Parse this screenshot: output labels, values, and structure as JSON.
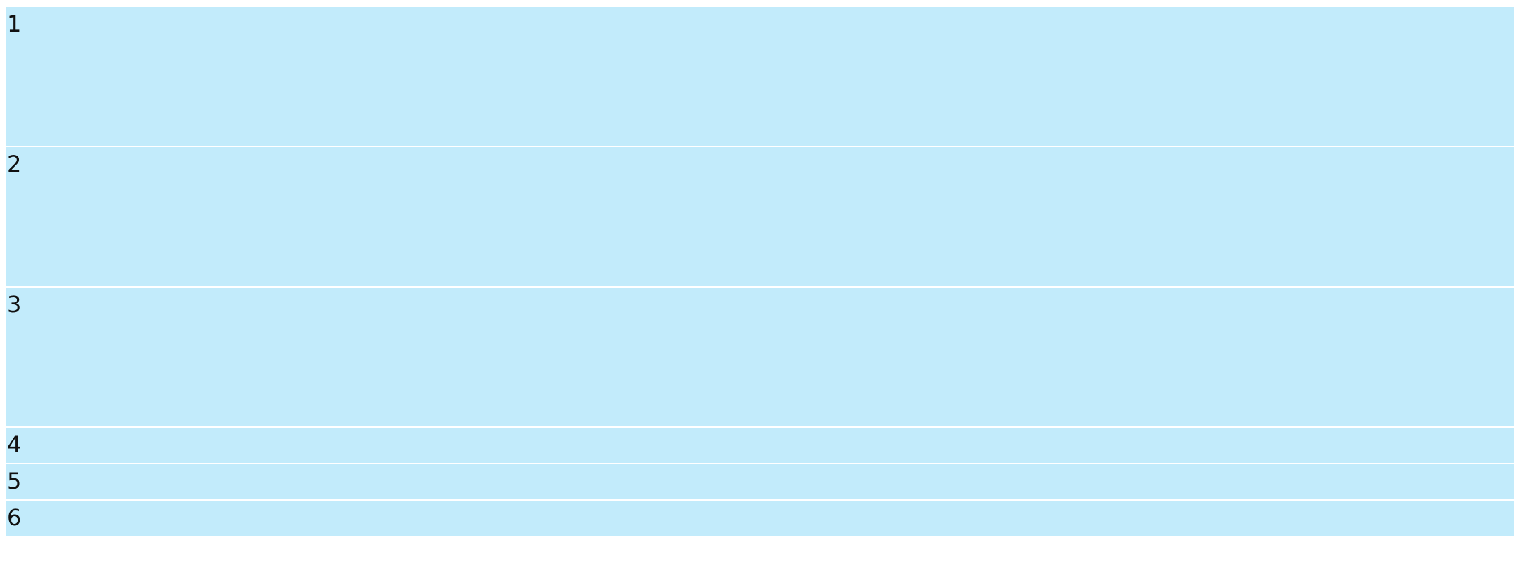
{
  "colors": {
    "page_background": "#ffffff",
    "cell_background": "#c2ebfb",
    "text": "#111111"
  },
  "cells": [
    {
      "label": "1"
    },
    {
      "label": "2"
    },
    {
      "label": "3"
    },
    {
      "label": "4"
    },
    {
      "label": "5"
    },
    {
      "label": "6"
    }
  ]
}
